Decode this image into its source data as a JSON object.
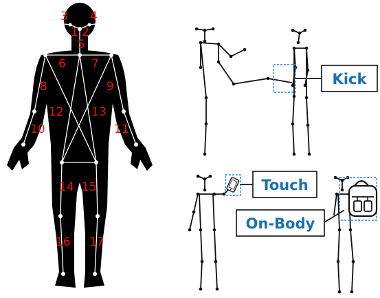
{
  "keypoint_labels": [
    "1",
    "2",
    "3",
    "4",
    "5",
    "6",
    "7",
    "8",
    "9",
    "10",
    "11",
    "12",
    "13",
    "14",
    "15",
    "16",
    "17"
  ],
  "interaction_labels": {
    "kick": "Kick",
    "touch": "Touch",
    "on_body": "On-Body"
  },
  "colors": {
    "silhouette": "#000000",
    "keypoint_numbers": "#ee1111",
    "label_text": "#1a6fb5",
    "dashed_box": "#2a86c8",
    "stick_figure": "#111111"
  },
  "icons": [
    "smartphone-icon",
    "backpack-icon"
  ]
}
